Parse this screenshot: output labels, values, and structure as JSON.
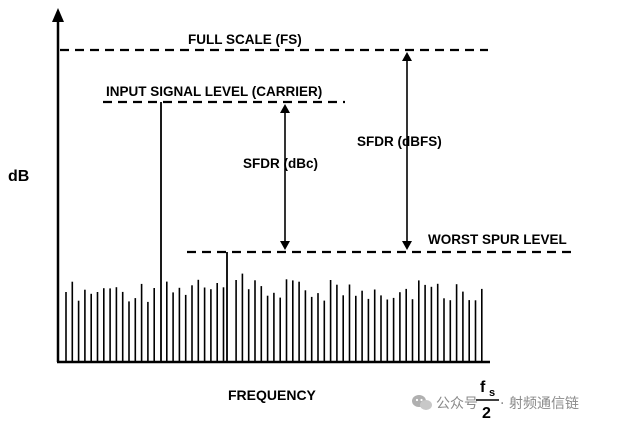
{
  "labels": {
    "y_axis": "dB",
    "x_axis": "FREQUENCY",
    "full_scale": "FULL SCALE (FS)",
    "input_signal": "INPUT SIGNAL LEVEL (CARRIER)",
    "sfdr_dbc": "SFDR (dBc)",
    "sfdr_dbfs": "SFDR (dBFS)",
    "worst_spur": "WORST SPUR LEVEL",
    "fs_over_2": {
      "numerator": "f",
      "subscript": "s",
      "denominator": "2"
    }
  },
  "watermark": {
    "prefix": "公众号",
    "separator": "·",
    "name": "射频通信链",
    "icon": "wechat-icon"
  },
  "colors": {
    "ink": "#000000",
    "watermark": "#8a8a8a"
  }
}
